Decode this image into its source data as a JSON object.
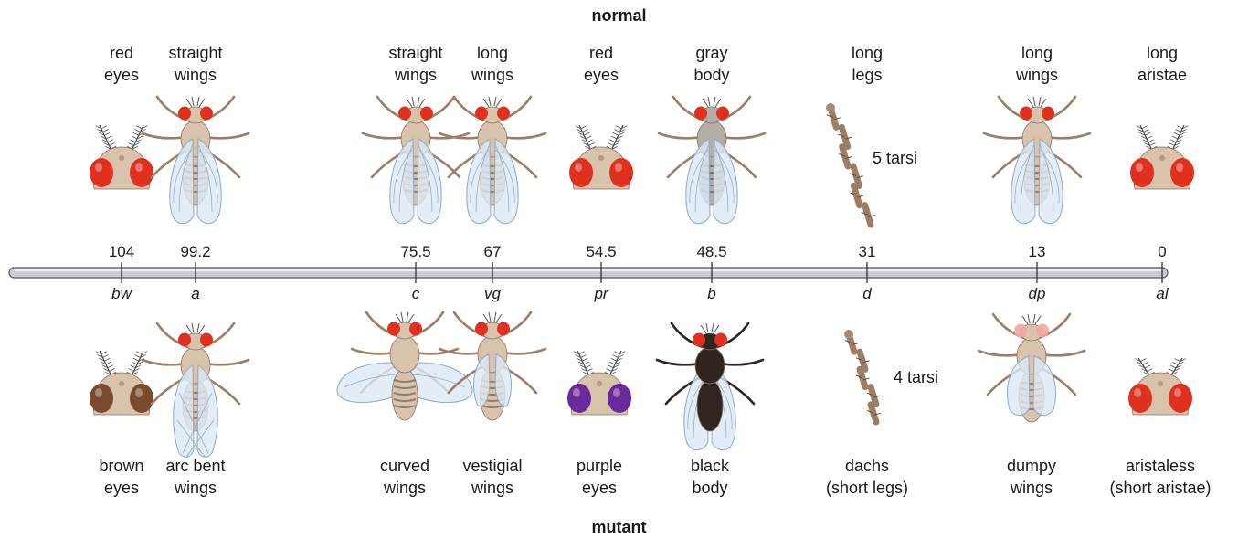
{
  "top_heading": "normal",
  "bottom_heading": "mutant",
  "loci": [
    {
      "symbol": "bw",
      "position": "104",
      "normal": [
        "red",
        "eyes"
      ],
      "mutant": [
        "brown",
        "eyes"
      ],
      "normal_view": "head",
      "mutant_view": "head",
      "normal_eye_color": "#e0311e",
      "mutant_eye_color": "#7a4a2c"
    },
    {
      "symbol": "a",
      "position": "99.2",
      "normal": [
        "straight",
        "wings"
      ],
      "mutant": [
        "arc bent",
        "wings"
      ],
      "normal_view": "fly-straight",
      "mutant_view": "fly-arc"
    },
    {
      "symbol": "c",
      "position": "75.5",
      "normal": [
        "straight",
        "wings"
      ],
      "mutant": [
        "curved",
        "wings"
      ],
      "normal_view": "fly-straight",
      "mutant_view": "fly-curved"
    },
    {
      "symbol": "vg",
      "position": "67",
      "normal": [
        "long",
        "wings"
      ],
      "mutant": [
        "vestigial",
        "wings"
      ],
      "normal_view": "fly-straight",
      "mutant_view": "fly-vestigial"
    },
    {
      "symbol": "pr",
      "position": "54.5",
      "normal": [
        "red",
        "eyes"
      ],
      "mutant": [
        "purple",
        "eyes"
      ],
      "normal_view": "head",
      "mutant_view": "head",
      "normal_eye_color": "#e0311e",
      "mutant_eye_color": "#6a2a9a"
    },
    {
      "symbol": "b",
      "position": "48.5",
      "normal": [
        "gray",
        "body"
      ],
      "mutant": [
        "black",
        "body"
      ],
      "normal_view": "fly-gray",
      "mutant_view": "fly-black"
    },
    {
      "symbol": "d",
      "position": "31",
      "normal": [
        "long",
        "legs"
      ],
      "mutant": [
        "dachs",
        "(short legs)"
      ],
      "normal_view": "leg-long",
      "mutant_view": "leg-short",
      "normal_note": "5 tarsi",
      "mutant_note": "4 tarsi"
    },
    {
      "symbol": "dp",
      "position": "13",
      "normal": [
        "long",
        "wings"
      ],
      "mutant": [
        "dumpy",
        "wings"
      ],
      "normal_view": "fly-straight",
      "mutant_view": "fly-dumpy"
    },
    {
      "symbol": "al",
      "position": "0",
      "normal": [
        "long",
        "aristae"
      ],
      "mutant": [
        "aristaless",
        "(short aristae)"
      ],
      "normal_view": "head-long-aristae",
      "mutant_view": "head-short-aristae",
      "normal_eye_color": "#e0311e",
      "mutant_eye_color": "#e0311e"
    }
  ],
  "colors": {
    "chromosome_fill": "#c9cdd3",
    "chromosome_stroke": "#555a60",
    "body": "#d9c3ac",
    "wing": "#dbe9f5",
    "wing_stroke": "#8fa9c4",
    "red_eye": "#e0311e",
    "black_body": "#2e2420",
    "leg": "#9c7e66"
  }
}
